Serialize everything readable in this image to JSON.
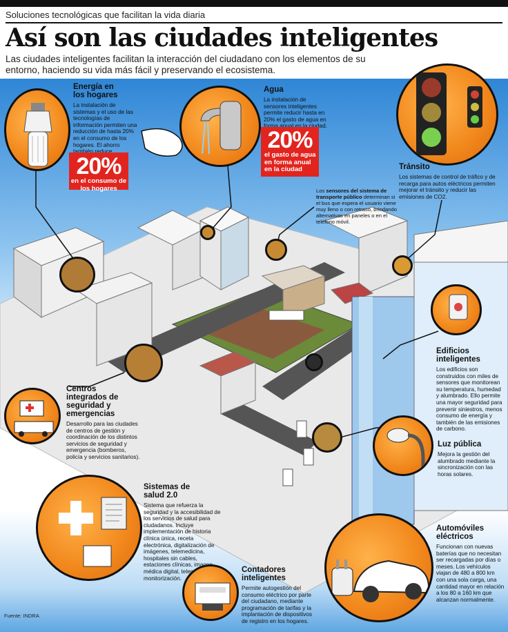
{
  "header": {
    "kicker": "Soluciones tecnológicas que facilitan la vida diaria",
    "title": "Así son las ciudades inteligentes",
    "intro": "Las ciudades inteligentes facilitan la interacción del ciudadano con los elementos de su entorno, haciendo su vida más fácil y preservando el ecosistema."
  },
  "energia": {
    "title_l1": "Energía en",
    "title_l2": "los hogares",
    "body": "La instalación de sistemas y el uso de las tecnologías de información permiten una reducción de hasta 20% en el consumo de los hogares. El ahorro también reduce significativamente las emisiones de CO2.",
    "stat": "20%",
    "stat_label": "en el consumo de los hogares"
  },
  "agua": {
    "title": "Agua",
    "body": "La instalación de sensores inteligentes permite reducir hasta en 20% el gasto de agua en forma anual en la ciudad.",
    "stat": "20%",
    "stat_label": "el gasto de agua en forma anual en la ciudad"
  },
  "transito": {
    "title": "Tránsito",
    "body": "Los sistemas de control de tráfico y de recarga para autos eléctricos permiten mejorar el tránsito y reducir las emisiones de CO2."
  },
  "transporte": {
    "lead": "Los",
    "bold": "sensores del sistema de transporte público",
    "body": "determinan si el bus que espera el usuario viene muy lleno o con retraso, brindando alternativas en paneles o en el teléfono móvil."
  },
  "edificios": {
    "title_l1": "Edificios",
    "title_l2": "inteligentes",
    "body": "Los edificios son construidos con miles de sensores que monitorean su temperatura, humedad y alumbrado. Ello permite una mayor seguridad para prevenir siniestros, menos consumo de energía y también de las emisiones de carbono."
  },
  "centros": {
    "title_l1": "Centros",
    "title_l2": "integrados de",
    "title_l3": "seguridad y",
    "title_l4": "emergencias",
    "body": "Desarrollo para las ciudades de centros de gestión y coordinación de los distintos servicios de seguridad y emergencia (bomberos, policía y servicios sanitarios)."
  },
  "luz": {
    "title": "Luz pública",
    "body": "Mejora la gestión del alumbrado mediante la sincronización con las horas solares."
  },
  "salud": {
    "title_l1": "Sistemas de",
    "title_l2": "salud 2.0",
    "body": "Sistema que refuerza la seguridad y la accesibilidad de los servicios de salud para ciudadanos. Incluye implementación de historia clínica única, receta electrónica, digitalización de imágenes, telemedicina, hospitales sin cables, estaciones clínicas, imagen médica digital, telemedicina y monitorización."
  },
  "contadores": {
    "title_l1": "Contadores",
    "title_l2": "inteligentes",
    "body": "Permite autogestión del consumo eléctrico por parte del ciudadano, mediante programación de tarifas y la implantación de dispositivos de registro en los hogares."
  },
  "automoviles": {
    "title_l1": "Automóviles",
    "title_l2": "eléctricos",
    "body": "Funcionan con nuevas baterías que no necesitan ser recargadas por días o meses. Los vehículos viajan de 480 a 800 km con una sola carga, una cantidad mayor en relación a los 80 a 160 km que alcanzan normalmente."
  },
  "footer": {
    "source": "Fuente: INDRA"
  },
  "colors": {
    "accent_orange": "#f28a1e",
    "stat_red": "#e2241f",
    "sky_blue": "#2f86d6"
  },
  "icons": [
    "light-bulb-icon",
    "faucet-icon",
    "traffic-light-icon",
    "ambulance-icon",
    "fire-truck-icon",
    "medical-cross-icon",
    "hospital-icon",
    "electric-meter-icon",
    "electric-plug-icon",
    "street-lamp-icon",
    "sensor-icon"
  ]
}
